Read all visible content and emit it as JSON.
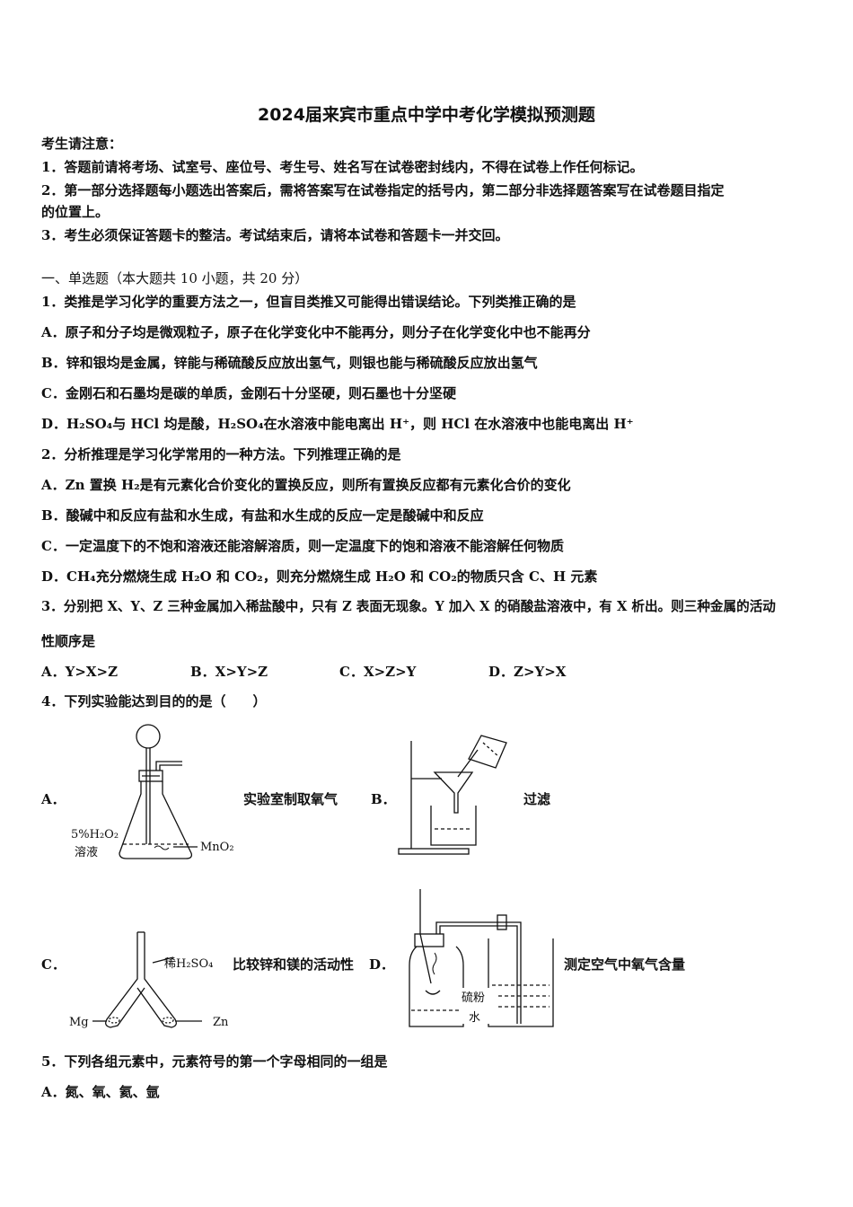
{
  "title": "2024届来宾市重点中学中考化学模拟预测题",
  "notice": {
    "heading": "考生请注意：",
    "item1": "1．答题前请将考场、试室号、座位号、考生号、姓名写在试卷密封线内，不得在试卷上作任何标记。",
    "item2a": "2．第一部分选择题每小题选出答案后，需将答案写在试卷指定的括号内，第二部分非选择题答案写在试卷题目指定",
    "item2b": "的位置上。",
    "item3": "3．考生必须保证答题卡的整洁。考试结束后，请将本试卷和答题卡一并交回。"
  },
  "section": "一、单选题（本大题共 10 小题，共 20 分）",
  "q1": {
    "stem": "1．类推是学习化学的重要方法之一，但盲目类推又可能得出错误结论。下列类推正确的是",
    "a": "A．原子和分子均是微观粒子，原子在化学变化中不能再分，则分子在化学变化中也不能再分",
    "b": "B．锌和银均是金属，锌能与稀硫酸反应放出氢气，则银也能与稀硫酸反应放出氢气",
    "c": "C．金刚石和石墨均是碳的单质，金刚石十分坚硬，则石墨也十分坚硬",
    "d": "D．H₂SO₄与 HCl 均是酸，H₂SO₄在水溶液中能电离出 H⁺，则 HCl 在水溶液中也能电离出 H⁺"
  },
  "q2": {
    "stem": "2．分析推理是学习化学常用的一种方法。下列推理正确的是",
    "a": "A．Zn 置换 H₂是有元素化合价变化的置换反应，则所有置换反应都有元素化合价的变化",
    "b": "B．酸碱中和反应有盐和水生成，有盐和水生成的反应一定是酸碱中和反应",
    "c": "C．一定温度下的不饱和溶液还能溶解溶质，则一定温度下的饱和溶液不能溶解任何物质",
    "d": "D．CH₄充分燃烧生成 H₂O 和 CO₂，则充分燃烧生成 H₂O 和 CO₂的物质只含 C、H 元素"
  },
  "q3": {
    "stem_a": "3．分别把 X、Y、Z 三种金属加入稀盐酸中，只有 Z 表面无现象。Y 加入 X 的硝酸盐溶液中，有 X 析出。则三种金属的活动",
    "stem_b": "性顺序是",
    "a": "A．Y>X>Z",
    "b": "B．X>Y>Z",
    "c": "C．X>Z>Y",
    "d": "D．Z>Y>X"
  },
  "q4": {
    "stem": "4．下列实验能达到目的的是（　　）",
    "a_label": "A．",
    "a_caption": "实验室制取氧气",
    "a_fig_h2o2": "5%H₂O₂",
    "a_fig_solution": "溶液",
    "a_fig_mno2": "MnO₂",
    "b_label": "B．",
    "b_caption": "过滤",
    "c_label": "C．",
    "c_caption": "比较锌和镁的活动性",
    "c_fig_acid": "稀H₂SO₄",
    "c_fig_mg": "Mg",
    "c_fig_zn": "Zn",
    "d_label": "D．",
    "d_caption": "测定空气中氧气含量",
    "d_fig_sulfur": "硫粉",
    "d_fig_water": "水"
  },
  "q5": {
    "stem": "5．下列各组元素中，元素符号的第一个字母相同的一组是",
    "a": "A．氮、氧、氦、氩"
  }
}
